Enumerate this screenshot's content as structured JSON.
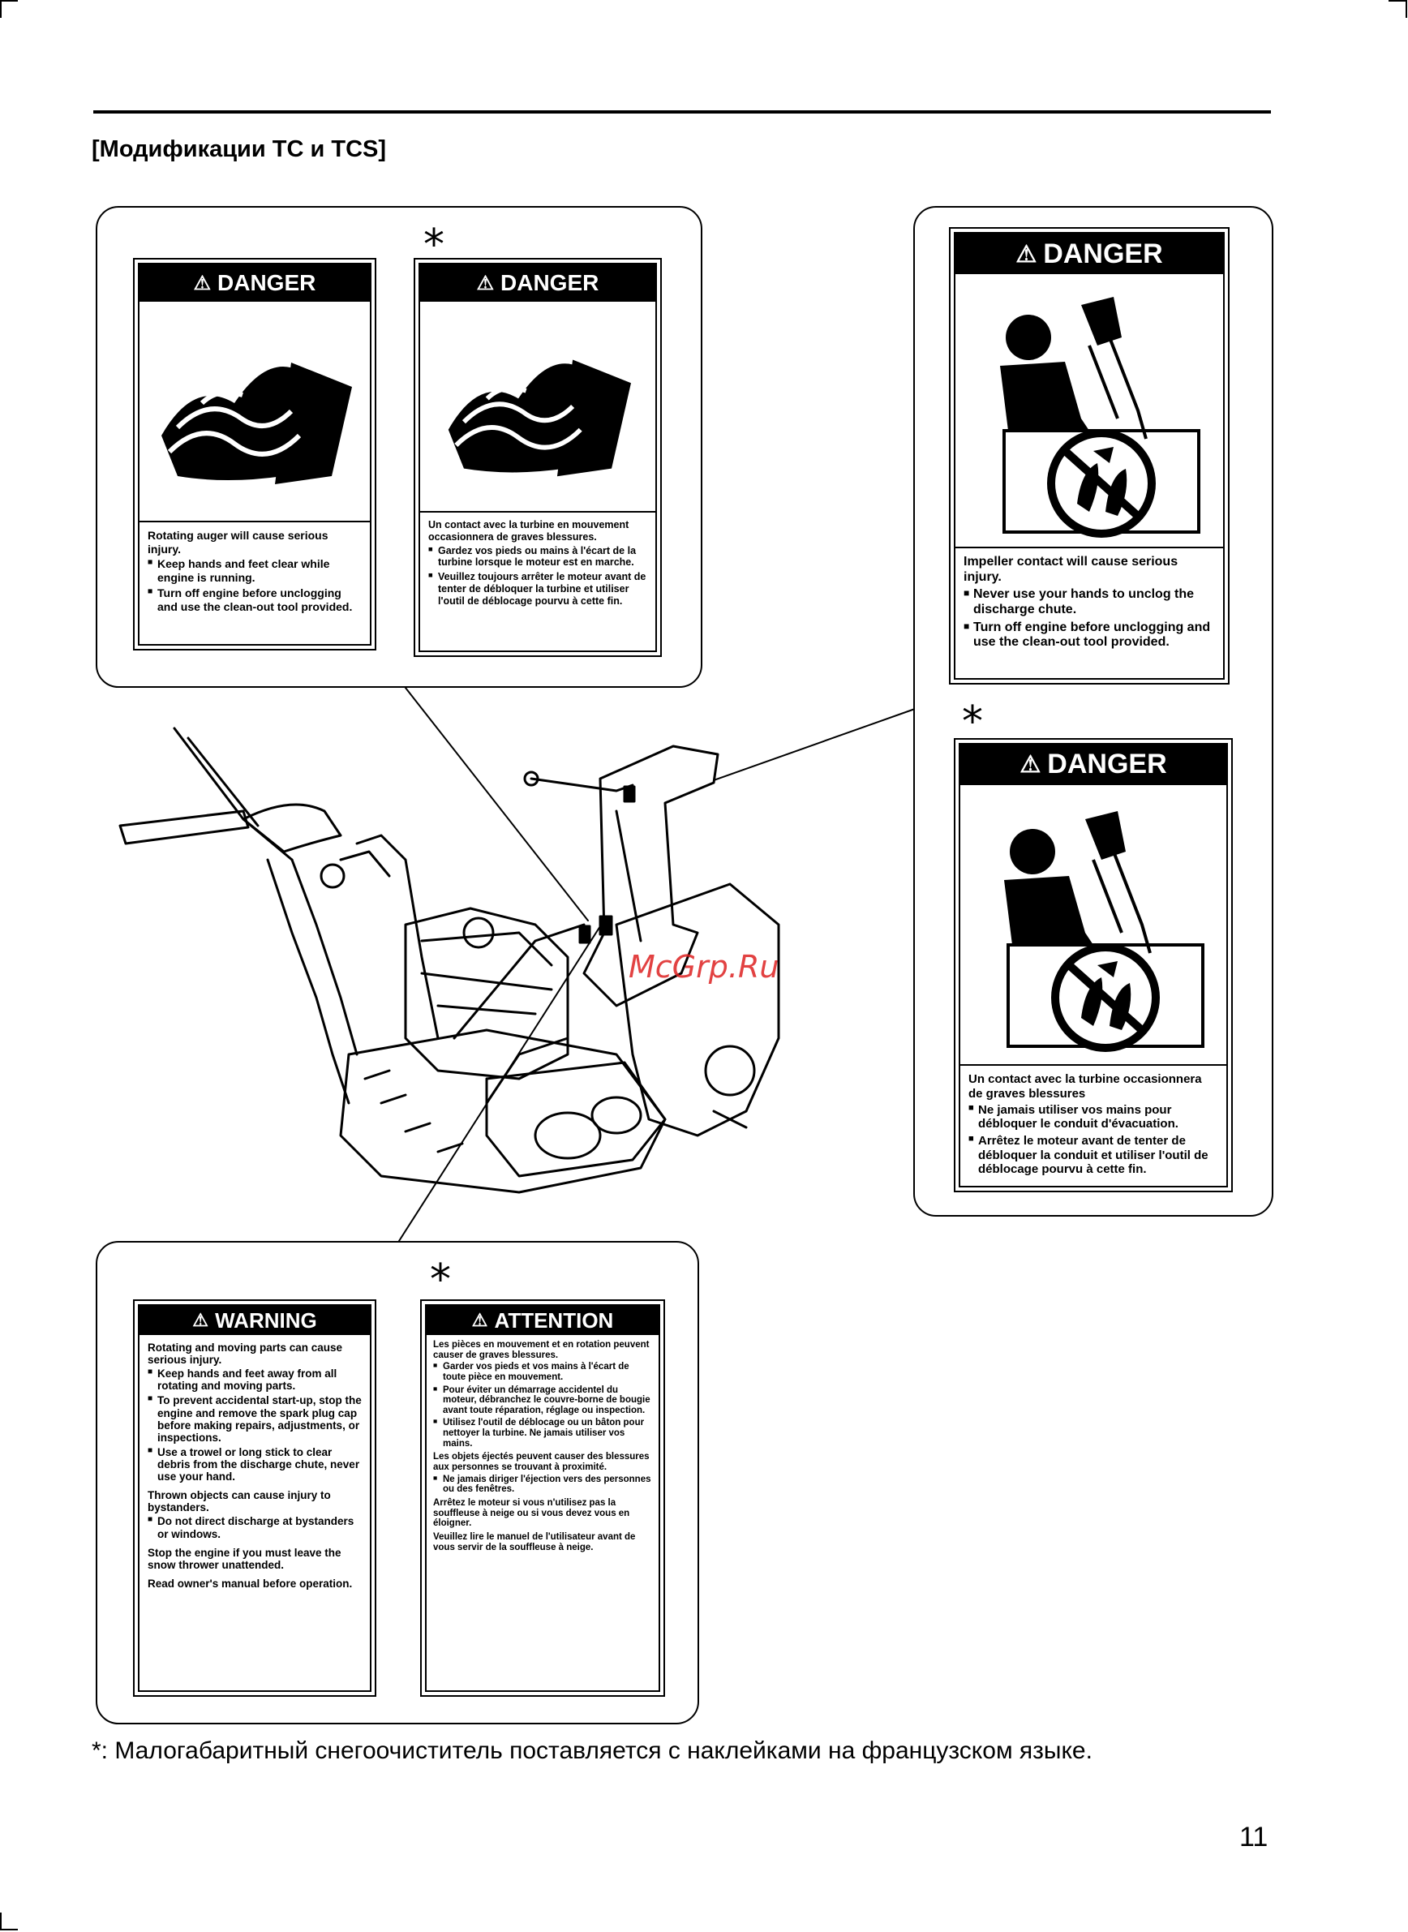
{
  "section_title": "[Модификации TC и TCS]",
  "asterisk": "*",
  "labels": {
    "auger_en": {
      "heading": "DANGER",
      "lines": [
        "Rotating auger will cause serious injury."
      ],
      "bullets": [
        "Keep hands and feet clear while engine is running.",
        "Turn off engine before unclogging and use the clean-out tool provided."
      ]
    },
    "auger_fr": {
      "heading": "DANGER",
      "lines": [
        "Un contact avec la turbine en mouvement occasionnera de graves blessures."
      ],
      "bullets": [
        "Gardez vos pieds ou mains à l'écart de la turbine lorsque le moteur est en marche.",
        "Veuillez toujours arrêter le moteur avant de tenter de débloquer la turbine et utiliser l'outil de déblocage pourvu à cette fin."
      ]
    },
    "impeller_en": {
      "heading": "DANGER",
      "lines": [
        "Impeller contact will cause serious injury."
      ],
      "bullets": [
        "Never use your hands to unclog the discharge chute.",
        "Turn off engine before unclogging and use the clean-out tool provided."
      ]
    },
    "impeller_fr": {
      "heading": "DANGER",
      "lines": [
        "Un contact avec la turbine occasionnera de graves blessures"
      ],
      "bullets": [
        "Ne jamais utiliser vos mains pour débloquer le conduit d'évacuation.",
        "Arrêtez le moteur avant de tenter de débloquer la conduit et utiliser l'outil de déblocage pourvu à cette fin."
      ]
    },
    "warning_en": {
      "heading": "WARNING",
      "blocks": [
        {
          "title": "Rotating and moving parts can cause serious injury.",
          "bullets": [
            "Keep hands and feet away from all rotating and moving parts.",
            "To prevent accidental start-up, stop the engine and remove the spark plug cap before making repairs, adjustments, or inspections.",
            "Use a trowel or long stick to clear debris from the discharge chute, never use your hand."
          ]
        },
        {
          "title": "Thrown objects can cause injury to bystanders.",
          "bullets": [
            "Do not direct discharge at bystanders or windows."
          ]
        },
        {
          "title": "Stop the engine if you must leave the snow thrower unattended.",
          "bullets": []
        },
        {
          "title": "Read owner's manual before operation.",
          "bullets": []
        }
      ]
    },
    "attention_fr": {
      "heading": "ATTENTION",
      "blocks": [
        {
          "title": "Les pièces en mouvement et en rotation peuvent causer de graves blessures.",
          "bullets": [
            "Garder vos pieds et vos mains à l'écart de toute pièce en mouvement.",
            "Pour éviter un démarrage accidentel du moteur, débranchez le couvre-borne de bougie avant toute réparation, réglage ou inspection.",
            "Utilisez l'outil de déblocage ou un bâton pour nettoyer la turbine. Ne jamais utiliser vos mains."
          ]
        },
        {
          "title": "Les objets éjectés peuvent causer des blessures aux personnes se trouvant à proximité.",
          "bullets": [
            "Ne jamais diriger l'éjection vers des personnes ou des fenêtres."
          ]
        },
        {
          "title": "Arrêtez le moteur si vous n'utilisez pas la souffleuse à neige ou si vous devez vous en éloigner.",
          "bullets": []
        },
        {
          "title": "Veuillez lire le manuel de l'utilisateur avant de vous servir de la souffleuse à neige.",
          "bullets": []
        }
      ]
    }
  },
  "watermark": "McGrp.Ru",
  "footnote": "*: Малогабаритный снегоочиститель поставляется с наклейками на французском языке.",
  "page_number": "11"
}
